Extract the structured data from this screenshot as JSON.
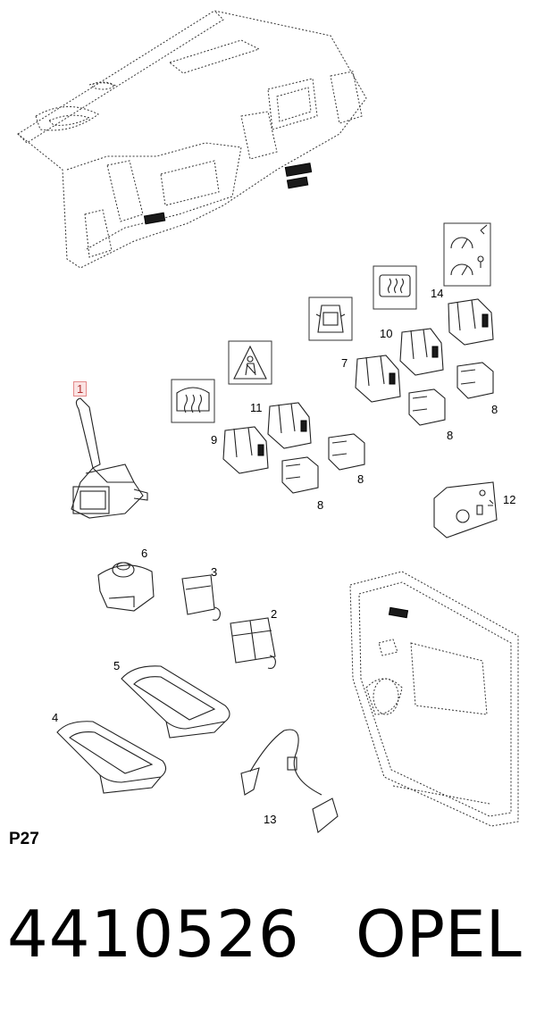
{
  "diagram": {
    "callouts": {
      "c1": "1",
      "c2": "2",
      "c3": "3",
      "c4": "4",
      "c5": "5",
      "c6": "6",
      "c7": "7",
      "c8a": "8",
      "c8b": "8",
      "c8c": "8",
      "c8d": "8",
      "c9": "9",
      "c10": "10",
      "c11": "11",
      "c12": "12",
      "c13": "13",
      "c14": "14"
    },
    "highlight_color": "#e48a8a",
    "icons": [
      "rear-defrost-icon",
      "seatbelt-warning-icon",
      "vehicle-lock-icon",
      "rear-window-heat-icon",
      "gauges-icon"
    ]
  },
  "footer": {
    "page_code": "P27",
    "part_number": "4410526",
    "brand": "OPEL"
  }
}
